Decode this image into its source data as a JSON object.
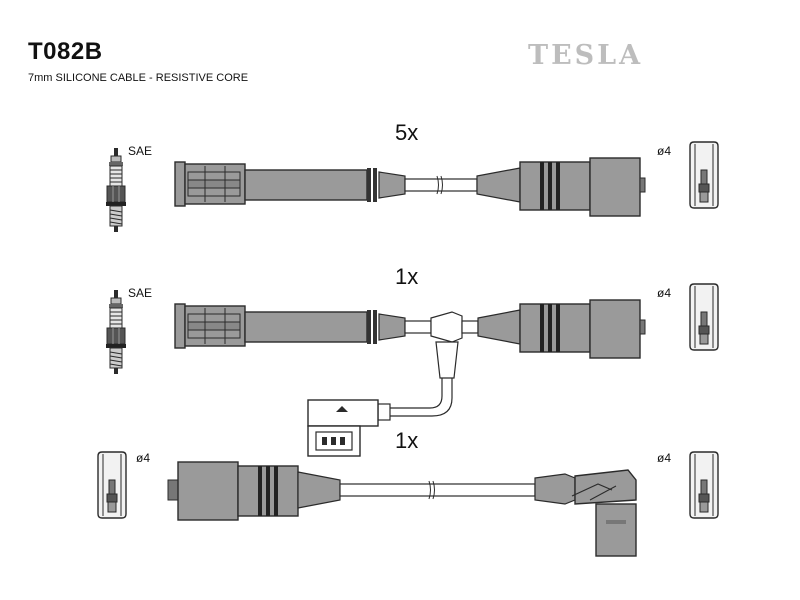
{
  "header": {
    "code": "T082B",
    "description": "7mm SILICONE CABLE - RESISTIVE CORE",
    "brand": "TESLA"
  },
  "rows": [
    {
      "quantity": "5x",
      "left_terminal": "SAE",
      "right_terminal": "ø4"
    },
    {
      "quantity": "1x",
      "left_terminal": "SAE",
      "right_terminal": "ø4"
    },
    {
      "quantity": "1x",
      "left_terminal": "ø4",
      "right_terminal": "ø4"
    }
  ],
  "colors": {
    "part_fill": "#9a9a9a",
    "stroke": "#2b2b2b",
    "brand_gray": "#bdbdbd"
  }
}
